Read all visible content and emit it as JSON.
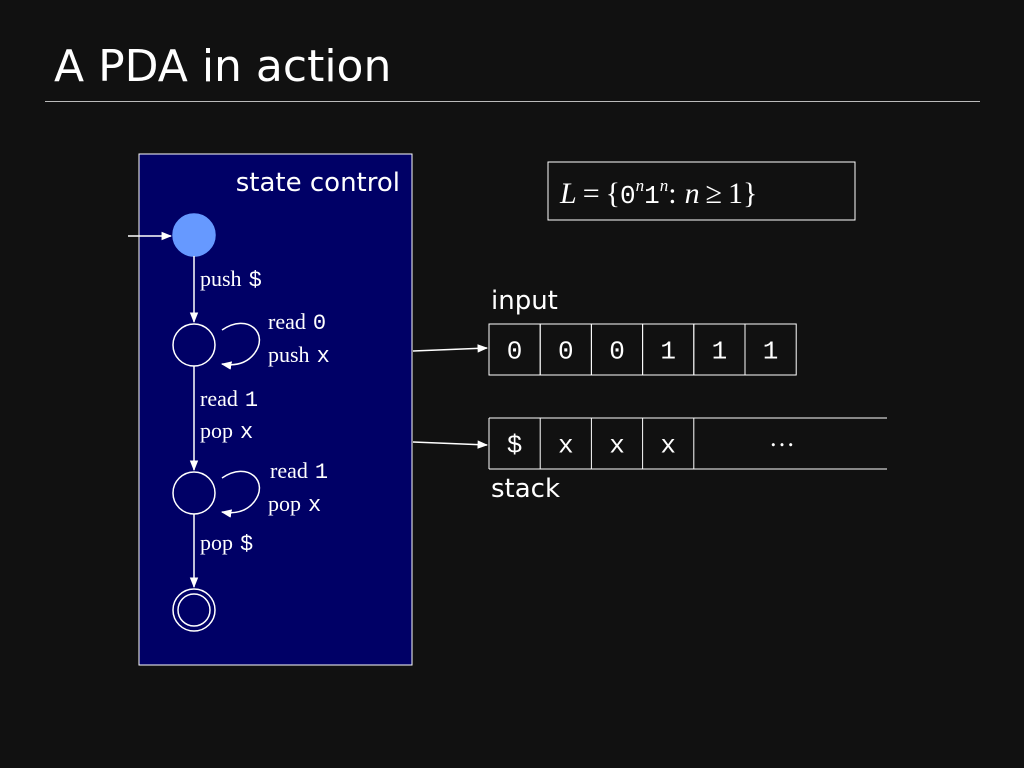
{
  "title": "A PDA in action",
  "state_control": {
    "label": "state control",
    "fill": "#000066",
    "start_state_color": "#6699ff",
    "transitions": {
      "t1": {
        "word": "push",
        "sym": "$"
      },
      "loop1": {
        "line1_word": "read",
        "line1_sym": "0",
        "line2_word": "push",
        "line2_sym": "x"
      },
      "t2": {
        "line1_word": "read",
        "line1_sym": "1",
        "line2_word": "pop",
        "line2_sym": "x"
      },
      "loop2": {
        "line1_word": "read",
        "line1_sym": "1",
        "line2_word": "pop",
        "line2_sym": "x"
      },
      "t3": {
        "word": "pop",
        "sym": "$"
      }
    }
  },
  "language": {
    "var": "L",
    "eq": "=",
    "open_brace": "{",
    "zero": "0",
    "one": "1",
    "exp": "n",
    "colon": ":",
    "n": "n",
    "geq": "≥",
    "bound": "1",
    "close_brace": "}"
  },
  "input": {
    "label": "input",
    "cells": [
      "0",
      "0",
      "0",
      "1",
      "1",
      "1"
    ]
  },
  "stack": {
    "label": "stack",
    "cells": [
      "$",
      "x",
      "x",
      "x"
    ],
    "ellipsis": "…"
  }
}
